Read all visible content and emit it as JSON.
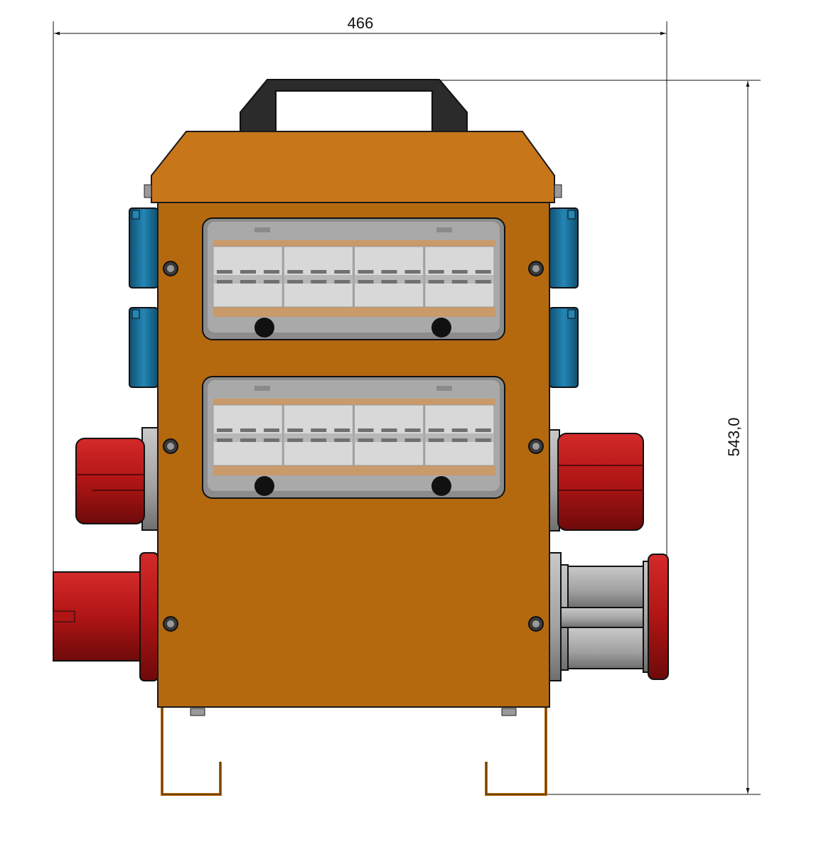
{
  "drawing": {
    "width_dimension": "466",
    "height_dimension": "543,0"
  },
  "colors": {
    "enclosure": "#b5690f",
    "roof": "#c8761a",
    "socket_blue": "#1b6f9a",
    "socket_red": "#b01515",
    "panel_gray": "#a9a9a9",
    "breaker": "#d8d8d8",
    "handle": "#2b2b2b"
  },
  "panels": [
    {
      "breaker_modules": 4
    },
    {
      "breaker_modules": 4
    }
  ]
}
